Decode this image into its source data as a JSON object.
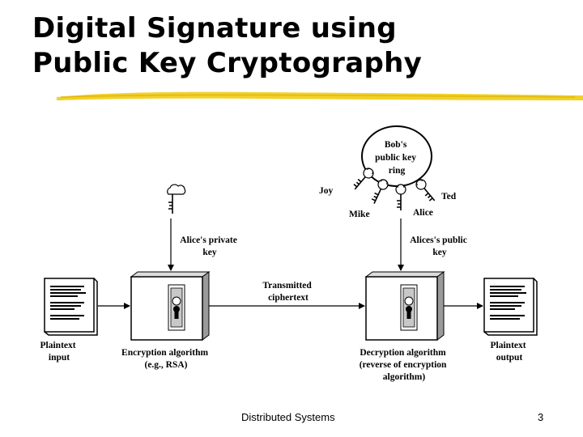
{
  "slide": {
    "title_line1": "Digital Signature using",
    "title_line2": "Public Key Cryptography",
    "accent_color": "#f2d12a"
  },
  "diagram": {
    "key_ring": {
      "line1": "Bob's",
      "line2": "public key",
      "line3": "ring"
    },
    "key_names": {
      "joy": "Joy",
      "mike": "Mike",
      "alice": "Alice",
      "ted": "Ted"
    },
    "private_key": {
      "line1": "Alice's private",
      "line2": "key"
    },
    "public_key": {
      "line1": "Alices's public",
      "line2": "key"
    },
    "channel": {
      "line1": "Transmitted",
      "line2": "ciphertext"
    },
    "plaintext_input": {
      "line1": "Plaintext",
      "line2": "input"
    },
    "encryption": {
      "line1": "Encryption algorithm",
      "line2": "(e.g., RSA)"
    },
    "decryption": {
      "line1": "Decryption algorithm",
      "line2": "(reverse of encryption",
      "line3": "algorithm)"
    },
    "plaintext_output": {
      "line1": "Plaintext",
      "line2": "output"
    }
  },
  "footer": {
    "course": "Distributed Systems",
    "page_number": "3"
  }
}
